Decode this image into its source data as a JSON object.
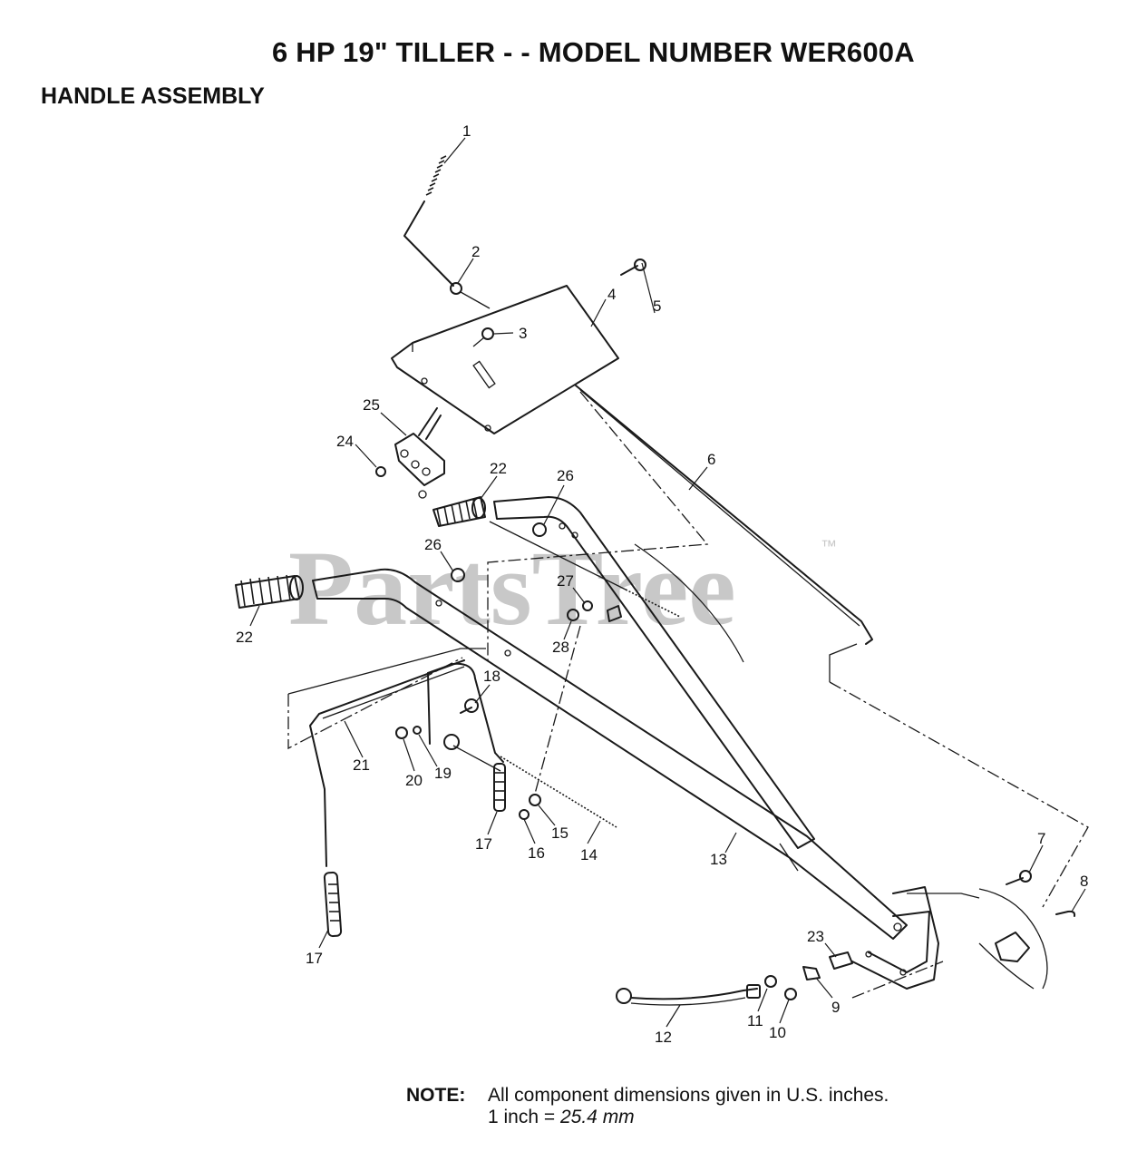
{
  "title": "6 HP 19\" TILLER - - MODEL NUMBER WER600A",
  "subtitle": "HANDLE ASSEMBLY",
  "watermark": "PartsTree",
  "watermark_mark": "™",
  "note": {
    "label": "NOTE:",
    "line1": "All component dimensions given in U.S. inches.",
    "line2_prefix": "1 inch = ",
    "line2_value": "25.4 mm"
  },
  "callouts": [
    "1",
    "2",
    "3",
    "4",
    "5",
    "6",
    "7",
    "8",
    "9",
    "10",
    "11",
    "12",
    "13",
    "14",
    "15",
    "16",
    "17",
    "17",
    "18",
    "19",
    "20",
    "21",
    "22",
    "22",
    "23",
    "24",
    "25",
    "26",
    "26",
    "27",
    "28"
  ],
  "colors": {
    "line": "#1a1a1a",
    "watermark": "#c8c8c8",
    "background": "#ffffff"
  }
}
